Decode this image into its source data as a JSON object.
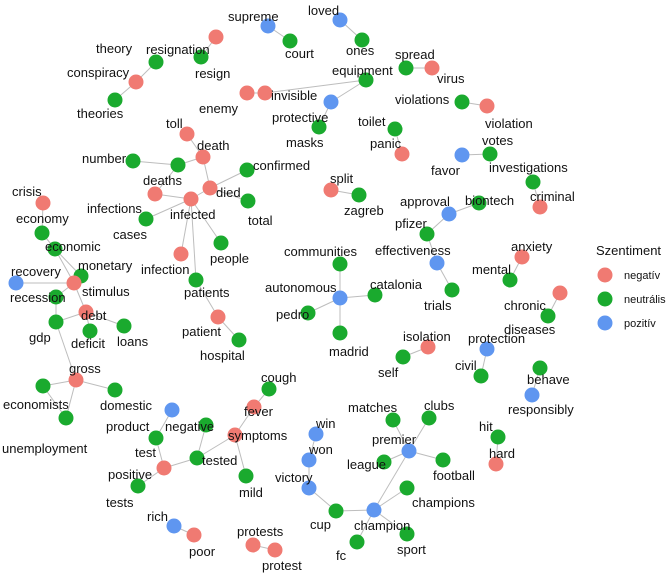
{
  "colors": {
    "negativ": "#f07a72",
    "neutralis": "#1aaa2e",
    "pozitiv": "#5f96f0",
    "edge": "#bdbdbd"
  },
  "legend": {
    "title": "Szentiment",
    "items": [
      {
        "key": "negativ",
        "label": "negatív"
      },
      {
        "key": "neutralis",
        "label": "neutrális"
      },
      {
        "key": "pozitiv",
        "label": "pozitív"
      }
    ]
  },
  "nodes": [
    {
      "id": "supreme",
      "s": "pozitiv"
    },
    {
      "id": "court",
      "s": "neutralis"
    },
    {
      "id": "loved",
      "s": "pozitiv"
    },
    {
      "id": "ones",
      "s": "neutralis"
    },
    {
      "id": "theory",
      "s": "neutralis"
    },
    {
      "id": "resignation",
      "s": "negativ"
    },
    {
      "id": "resign",
      "s": "neutralis"
    },
    {
      "id": "conspiracy",
      "s": "negativ"
    },
    {
      "id": "theories",
      "s": "neutralis"
    },
    {
      "id": "spread",
      "s": "neutralis"
    },
    {
      "id": "virus",
      "s": "negativ"
    },
    {
      "id": "equipment",
      "s": "neutralis"
    },
    {
      "id": "enemy",
      "s": "negativ"
    },
    {
      "id": "invisible",
      "s": "negativ"
    },
    {
      "id": "protective",
      "s": "pozitiv"
    },
    {
      "id": "masks",
      "s": "neutralis"
    },
    {
      "id": "violations",
      "s": "neutralis"
    },
    {
      "id": "violation",
      "s": "negativ"
    },
    {
      "id": "toilet",
      "s": "neutralis"
    },
    {
      "id": "panic",
      "s": "negativ"
    },
    {
      "id": "toll",
      "s": "negativ"
    },
    {
      "id": "death",
      "s": "negativ"
    },
    {
      "id": "number",
      "s": "neutralis"
    },
    {
      "id": "deaths",
      "s": "neutralis"
    },
    {
      "id": "confirmed",
      "s": "neutralis"
    },
    {
      "id": "died",
      "s": "negativ"
    },
    {
      "id": "votes",
      "s": "neutralis"
    },
    {
      "id": "favor",
      "s": "pozitiv"
    },
    {
      "id": "investigations",
      "s": "neutralis"
    },
    {
      "id": "criminal",
      "s": "negativ"
    },
    {
      "id": "crisis",
      "s": "negativ"
    },
    {
      "id": "infections",
      "s": "negativ"
    },
    {
      "id": "infected",
      "s": "negativ"
    },
    {
      "id": "total",
      "s": "neutralis"
    },
    {
      "id": "split",
      "s": "negativ"
    },
    {
      "id": "zagreb",
      "s": "neutralis"
    },
    {
      "id": "approval",
      "s": "pozitiv"
    },
    {
      "id": "biontech",
      "s": "neutralis"
    },
    {
      "id": "pfizer",
      "s": "neutralis"
    },
    {
      "id": "economy",
      "s": "neutralis"
    },
    {
      "id": "economic",
      "s": "neutralis"
    },
    {
      "id": "cases",
      "s": "neutralis"
    },
    {
      "id": "people",
      "s": "neutralis"
    },
    {
      "id": "infection",
      "s": "negativ"
    },
    {
      "id": "communities",
      "s": "neutralis"
    },
    {
      "id": "effectiveness",
      "s": "pozitiv"
    },
    {
      "id": "anxiety",
      "s": "negativ"
    },
    {
      "id": "mental",
      "s": "neutralis"
    },
    {
      "id": "monetary",
      "s": "neutralis"
    },
    {
      "id": "recovery",
      "s": "pozitiv"
    },
    {
      "id": "stimulus",
      "s": "negativ"
    },
    {
      "id": "recession",
      "s": "neutralis"
    },
    {
      "id": "patients",
      "s": "neutralis"
    },
    {
      "id": "autonomous",
      "s": "pozitiv"
    },
    {
      "id": "catalonia",
      "s": "neutralis"
    },
    {
      "id": "pedro",
      "s": "neutralis"
    },
    {
      "id": "trials",
      "s": "neutralis"
    },
    {
      "id": "chronic",
      "s": "negativ"
    },
    {
      "id": "diseases",
      "s": "neutralis"
    },
    {
      "id": "debt",
      "s": "negativ"
    },
    {
      "id": "gdp",
      "s": "neutralis"
    },
    {
      "id": "deficit",
      "s": "neutralis"
    },
    {
      "id": "loans",
      "s": "neutralis"
    },
    {
      "id": "patient",
      "s": "negativ"
    },
    {
      "id": "hospital",
      "s": "neutralis"
    },
    {
      "id": "madrid",
      "s": "neutralis"
    },
    {
      "id": "isolation",
      "s": "negativ"
    },
    {
      "id": "self",
      "s": "neutralis"
    },
    {
      "id": "protection",
      "s": "pozitiv"
    },
    {
      "id": "civil",
      "s": "neutralis"
    },
    {
      "id": "gross",
      "s": "negativ"
    },
    {
      "id": "economists",
      "s": "neutralis"
    },
    {
      "id": "domestic",
      "s": "neutralis"
    },
    {
      "id": "unemployment",
      "s": "neutralis"
    },
    {
      "id": "behave",
      "s": "neutralis"
    },
    {
      "id": "responsibly",
      "s": "pozitiv"
    },
    {
      "id": "cough",
      "s": "neutralis"
    },
    {
      "id": "fever",
      "s": "negativ"
    },
    {
      "id": "symptoms",
      "s": "negativ"
    },
    {
      "id": "mild",
      "s": "neutralis"
    },
    {
      "id": "product",
      "s": "pozitiv"
    },
    {
      "id": "negative",
      "s": "neutralis"
    },
    {
      "id": "test",
      "s": "neutralis"
    },
    {
      "id": "tested",
      "s": "neutralis"
    },
    {
      "id": "positive",
      "s": "negativ"
    },
    {
      "id": "tests",
      "s": "neutralis"
    },
    {
      "id": "win",
      "s": "pozitiv"
    },
    {
      "id": "won",
      "s": "pozitiv"
    },
    {
      "id": "victory",
      "s": "pozitiv"
    },
    {
      "id": "matches",
      "s": "neutralis"
    },
    {
      "id": "clubs",
      "s": "neutralis"
    },
    {
      "id": "premier",
      "s": "pozitiv"
    },
    {
      "id": "league",
      "s": "neutralis"
    },
    {
      "id": "football",
      "s": "neutralis"
    },
    {
      "id": "champions",
      "s": "neutralis"
    },
    {
      "id": "hit",
      "s": "neutralis"
    },
    {
      "id": "hard",
      "s": "negativ"
    },
    {
      "id": "cup",
      "s": "neutralis"
    },
    {
      "id": "champion",
      "s": "pozitiv"
    },
    {
      "id": "fc",
      "s": "neutralis"
    },
    {
      "id": "sport",
      "s": "neutralis"
    },
    {
      "id": "rich",
      "s": "pozitiv"
    },
    {
      "id": "poor",
      "s": "negativ"
    },
    {
      "id": "protests",
      "s": "negativ"
    },
    {
      "id": "protest",
      "s": "negativ"
    }
  ],
  "edges": [
    [
      "supreme",
      "court"
    ],
    [
      "loved",
      "ones"
    ],
    [
      "theory",
      "conspiracy"
    ],
    [
      "conspiracy",
      "theories"
    ],
    [
      "resignation",
      "resign"
    ],
    [
      "spread",
      "virus"
    ],
    [
      "enemy",
      "invisible"
    ],
    [
      "invisible",
      "equipment"
    ],
    [
      "equipment",
      "protective"
    ],
    [
      "protective",
      "masks"
    ],
    [
      "violations",
      "violation"
    ],
    [
      "toilet",
      "panic"
    ],
    [
      "toll",
      "death"
    ],
    [
      "death",
      "deaths"
    ],
    [
      "death",
      "died"
    ],
    [
      "number",
      "deaths"
    ],
    [
      "deaths",
      "infections"
    ],
    [
      "confirmed",
      "died"
    ],
    [
      "died",
      "total"
    ],
    [
      "died",
      "infected"
    ],
    [
      "votes",
      "favor"
    ],
    [
      "investigations",
      "criminal"
    ],
    [
      "split",
      "zagreb"
    ],
    [
      "approval",
      "biontech"
    ],
    [
      "approval",
      "pfizer"
    ],
    [
      "pfizer",
      "effectiveness"
    ],
    [
      "infections",
      "infected"
    ],
    [
      "infected",
      "cases"
    ],
    [
      "infected",
      "people"
    ],
    [
      "infected",
      "infection"
    ],
    [
      "infected",
      "patients"
    ],
    [
      "crisis",
      "economy"
    ],
    [
      "economy",
      "economic"
    ],
    [
      "economic",
      "monetary"
    ],
    [
      "economic",
      "stimulus"
    ],
    [
      "monetary",
      "stimulus"
    ],
    [
      "recovery",
      "stimulus"
    ],
    [
      "stimulus",
      "recession"
    ],
    [
      "stimulus",
      "debt"
    ],
    [
      "recession",
      "gdp"
    ],
    [
      "gdp",
      "debt"
    ],
    [
      "gdp",
      "gross"
    ],
    [
      "debt",
      "deficit"
    ],
    [
      "debt",
      "loans"
    ],
    [
      "gross",
      "economists"
    ],
    [
      "gross",
      "domestic"
    ],
    [
      "gross",
      "unemployment"
    ],
    [
      "economists",
      "unemployment"
    ],
    [
      "patients",
      "patient"
    ],
    [
      "patient",
      "hospital"
    ],
    [
      "communities",
      "autonomous"
    ],
    [
      "autonomous",
      "catalonia"
    ],
    [
      "autonomous",
      "pedro"
    ],
    [
      "autonomous",
      "madrid"
    ],
    [
      "effectiveness",
      "trials"
    ],
    [
      "anxiety",
      "mental"
    ],
    [
      "chronic",
      "diseases"
    ],
    [
      "isolation",
      "self"
    ],
    [
      "protection",
      "civil"
    ],
    [
      "behave",
      "responsibly"
    ],
    [
      "cough",
      "fever"
    ],
    [
      "fever",
      "symptoms"
    ],
    [
      "symptoms",
      "tested"
    ],
    [
      "symptoms",
      "mild"
    ],
    [
      "tested",
      "positive"
    ],
    [
      "tested",
      "negative"
    ],
    [
      "test",
      "positive"
    ],
    [
      "positive",
      "tests"
    ],
    [
      "product",
      "test"
    ],
    [
      "win",
      "won"
    ],
    [
      "won",
      "victory"
    ],
    [
      "victory",
      "cup"
    ],
    [
      "cup",
      "champion"
    ],
    [
      "champion",
      "fc"
    ],
    [
      "champion",
      "sport"
    ],
    [
      "champion",
      "champions"
    ],
    [
      "champion",
      "premier"
    ],
    [
      "premier",
      "league"
    ],
    [
      "premier",
      "matches"
    ],
    [
      "premier",
      "clubs"
    ],
    [
      "premier",
      "football"
    ],
    [
      "hit",
      "hard"
    ],
    [
      "rich",
      "poor"
    ],
    [
      "protests",
      "protest"
    ]
  ]
}
